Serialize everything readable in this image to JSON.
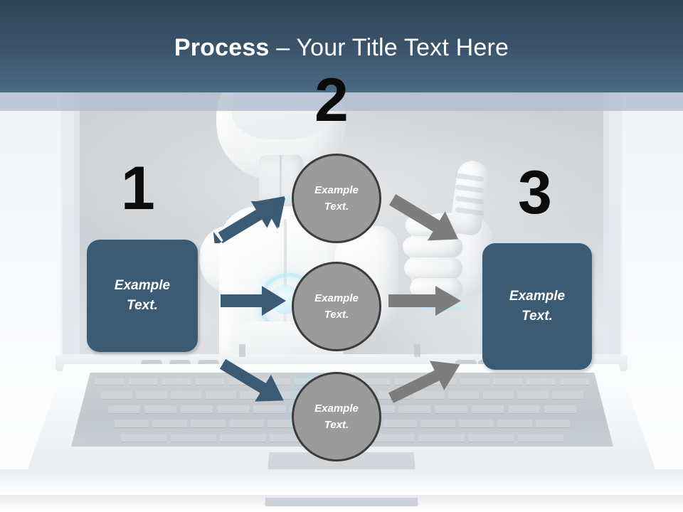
{
  "header": {
    "title_strong": "Process",
    "title_rest": " – Your Title Text Here"
  },
  "diagram": {
    "type": "process-flow",
    "accent_blue": "#3b5a74",
    "accent_gray": "#9b9b9b",
    "arrow_blue": "#3b5a74",
    "arrow_gray": "#7d7d7d",
    "header_gradient_top": "#2f4458",
    "header_gradient_bottom": "#4a6a85",
    "number_color": "#0b0b0b",
    "steps": [
      {
        "number": "1",
        "label": "Example\nText.",
        "shape": "rounded-rectangle",
        "color": "#3b5a74"
      },
      {
        "number": "2",
        "label": "Example\nText.",
        "shape": "circle",
        "color": "#9b9b9b"
      },
      {
        "number": "3",
        "label": "Example\nText.",
        "shape": "rounded-rectangle",
        "color": "#3b5a74"
      }
    ],
    "middle_nodes": [
      {
        "label": "Example\nText."
      },
      {
        "label": "Example\nText."
      },
      {
        "label": "Example\nText."
      }
    ],
    "arrows": [
      {
        "name": "in-top",
        "direction": "up-right",
        "color": "#3b5a74"
      },
      {
        "name": "in-middle",
        "direction": "right",
        "color": "#3b5a74"
      },
      {
        "name": "in-bottom",
        "direction": "down-right",
        "color": "#3b5a74"
      },
      {
        "name": "out-top",
        "direction": "down-right",
        "color": "#7d7d7d"
      },
      {
        "name": "out-middle",
        "direction": "right",
        "color": "#7d7d7d"
      },
      {
        "name": "out-bottom",
        "direction": "up-right",
        "color": "#7d7d7d"
      }
    ]
  },
  "background": {
    "scene": "robot-giving-thumbs-up-on-laptop-screen"
  }
}
